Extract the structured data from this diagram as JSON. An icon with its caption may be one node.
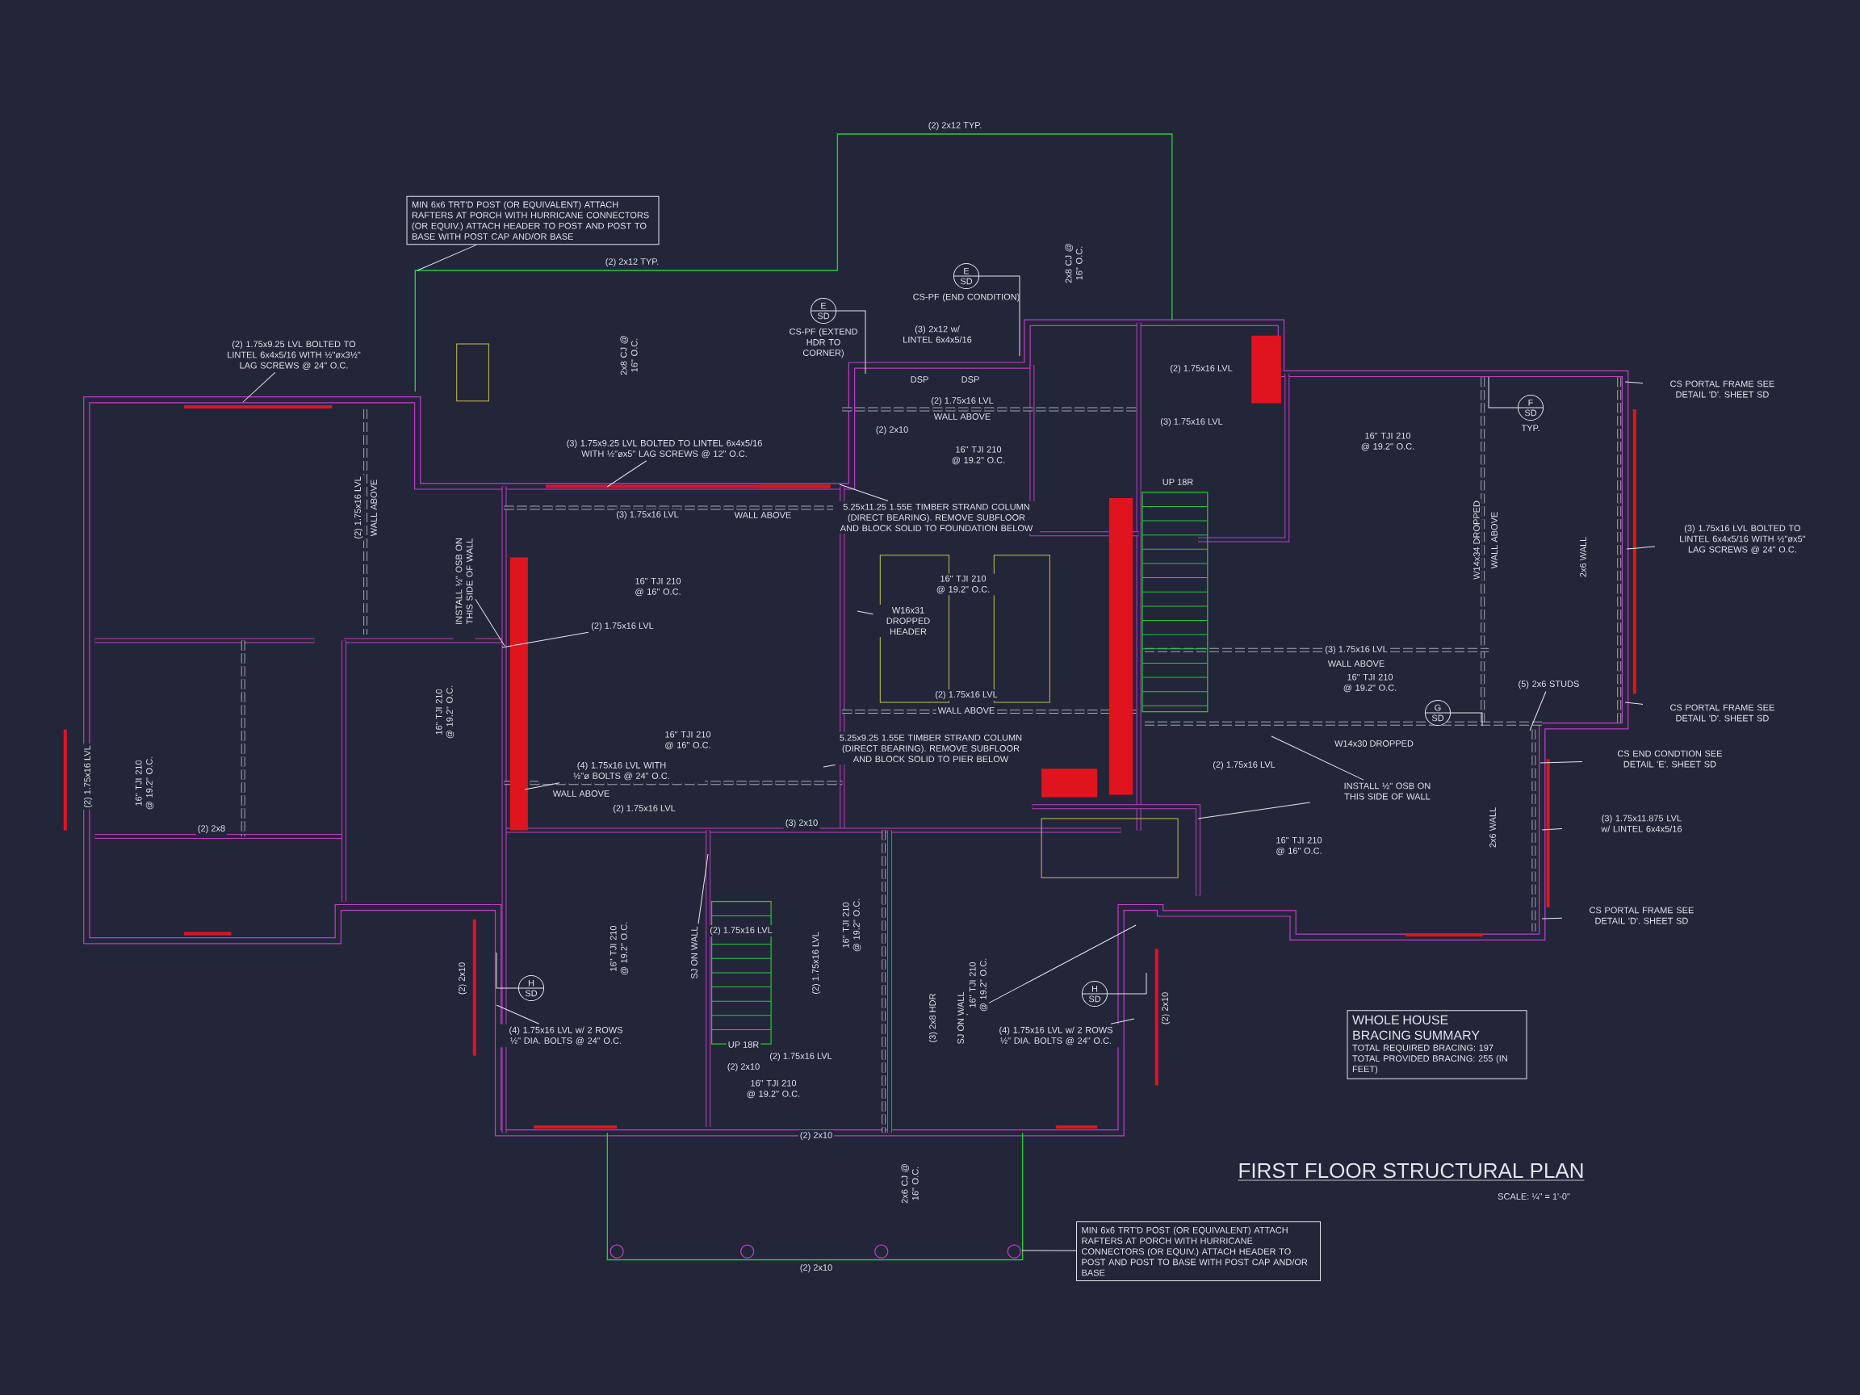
{
  "diagram": {
    "title": "FIRST FLOOR STRUCTURAL PLAN",
    "nodes": [
      {
        "text": [
          "MIN 6x6 TRT'D POST (OR EQUIVALENT) ATTACH RAFTERS AT PORCH WITH HURRICANE CONNECTORS (OR EQUIV.) ATTACH HEADER TO POST AND POST TO BASE WITH POST CAP AND/OR BASE"
        ]
      },
      {
        "text": [
          "E",
          "SD"
        ],
        "beside": [
          "CS-PF (END CONDITION)"
        ]
      },
      {
        "text": [
          "E",
          "SD"
        ],
        "beside": [
          "CS-PF (EXTEND HDR TO CORNER)"
        ]
      },
      {
        "text": [
          "F",
          "SD"
        ],
        "beside": [
          "TYP."
        ]
      },
      {
        "text": [
          "G",
          "SD"
        ]
      },
      {
        "text": [
          "H",
          "SD"
        ]
      },
      {
        "text": [
          "H",
          "SD"
        ]
      },
      {
        "text": [
          "CS PORTAL FRAME SEE DETAIL 'D'. SHEET SD"
        ]
      },
      {
        "text": [
          "(3) 1.75x16 LVL BOLTED TO LINTEL 6x4x5/16 WITH ½\"øx5\" LAG SCREWS @ 24\" O.C."
        ]
      },
      {
        "text": [
          "(5) 2x6 STUDS"
        ]
      },
      {
        "text": [
          "CS PORTAL FRAME SEE DETAIL 'D'. SHEET SD"
        ]
      },
      {
        "text": [
          "CS END CONDTION SEE DETAIL 'E'. SHEET SD"
        ]
      },
      {
        "text": [
          "INSTALL ½\" OSB ON THIS SIDE OF WALL"
        ]
      },
      {
        "text": [
          "(3) 1.75x11.875 LVL w/ LINTEL 6x4x5/16"
        ]
      },
      {
        "text": [
          "CS PORTAL FRAME SEE DETAIL 'D'. SHEET SD"
        ]
      },
      {
        "text": [
          "(4) 1.75x16 LVL w/ 2 ROWS ½\" DIA. BOLTS @ 24\" O.C."
        ]
      },
      {
        "text": [
          "(4) 1.75x16 LVL w/ 2 ROWS ½\" DIA. BOLTS @ 24\" O.C."
        ]
      },
      {
        "text": [
          "SJ ON WALL"
        ]
      },
      {
        "text": [
          "SJ ON WALL"
        ]
      },
      {
        "text": [
          "MIN 6x6 TRT'D POST (OR EQUIVALENT) ATTACH RAFTERS AT PORCH WITH HURRICANE CONNECTORS (OR EQUIV.) ATTACH HEADER TO POST AND POST TO BASE WITH POST CAP AND/OR BASE"
        ]
      },
      {
        "text": [
          "WHOLE HOUSE BRACING SUMMARY",
          "TOTAL REQUIRED BRACING: 197 TOTAL PROVIDED BRACING: 255 (IN FEET)"
        ]
      },
      {
        "text": [
          "(3) 1.75x9.25 LVL BOLTED TO LINTEL 6x4x5/16 WITH ½\"øx5\" LAG SCREWS @ 12\" O.C."
        ]
      },
      {
        "text": [
          "(2) 1.75x9.25 LVL BOLTED TO LINTEL 6x4x5/16 WITH ½\"øx3½\" LAG SCREWS @ 24\" O.C."
        ]
      },
      {
        "text": [
          "INSTALL ½\" OSB ON THIS SIDE OF WALL"
        ]
      },
      {
        "text": [
          "(2) 1.75x16 LVL"
        ]
      },
      {
        "text": [
          "5.25x11.25 1.55E TIMBER STRAND COLUMN (DIRECT BEARING). REMOVE SUBFLOOR AND BLOCK SOLID TO FOUNDATION BELOW"
        ]
      },
      {
        "text": [
          "W16x31 DROPPED HEADER"
        ]
      },
      {
        "text": [
          "5.25x9.25 1.55E TIMBER STRAND COLUMN (DIRECT BEARING). REMOVE SUBFLOOR AND BLOCK SOLID TO PIER BELOW"
        ]
      },
      {
        "text": [
          "(4) 1.75x16 LVL WITH ½\"ø BOLTS @ 24\" O.C."
        ]
      }
    ],
    "edges": [
      {
        "from": 0,
        "to": null,
        "arrow": "none"
      },
      {
        "from": 1,
        "to": null,
        "arrow": "none"
      },
      {
        "from": 2,
        "to": null,
        "arrow": "none"
      },
      {
        "from": 3,
        "to": null,
        "arrow": "none"
      },
      {
        "from": 4,
        "to": null,
        "arrow": "none"
      },
      {
        "from": 5,
        "to": null,
        "arrow": "none"
      },
      {
        "from": 6,
        "to": null,
        "arrow": "none"
      },
      {
        "from": 7,
        "to": null,
        "arrow": "none"
      },
      {
        "from": 8,
        "to": null,
        "arrow": "none"
      },
      {
        "from": 9,
        "to": null,
        "arrow": "none"
      },
      {
        "from": 10,
        "to": null,
        "arrow": "none"
      },
      {
        "from": 11,
        "to": null,
        "arrow": "none"
      },
      {
        "from": 12,
        "to": null,
        "arrow": "none"
      },
      {
        "from": 12,
        "to": null,
        "arrow": "none"
      },
      {
        "from": 13,
        "to": null,
        "arrow": "none"
      },
      {
        "from": 14,
        "to": null,
        "arrow": "none"
      },
      {
        "from": 15,
        "to": null,
        "arrow": "none"
      },
      {
        "from": 16,
        "to": null,
        "arrow": "none"
      },
      {
        "from": 17,
        "to": null,
        "arrow": "none"
      },
      {
        "from": 18,
        "to": null,
        "arrow": "none"
      },
      {
        "from": 19,
        "to": null,
        "arrow": "none"
      },
      {
        "from": 21,
        "to": null,
        "arrow": "none"
      },
      {
        "from": 22,
        "to": null,
        "arrow": "none"
      },
      {
        "from": 23,
        "to": null,
        "arrow": "none"
      },
      {
        "from": 24,
        "to": null,
        "arrow": "none"
      },
      {
        "from": 25,
        "to": null,
        "arrow": "none"
      },
      {
        "from": 26,
        "to": null,
        "arrow": "none"
      },
      {
        "from": 27,
        "to": null,
        "arrow": "none"
      },
      {
        "from": 28,
        "to": null,
        "arrow": "none"
      }
    ],
    "labels": [
      "(2) 2x12 TYP.",
      "2x8 CJ @ 16\" O.C.",
      "(2) 2x12 TYP.",
      "(3) 2x12 w/ LINTEL 6x4x5/16",
      "2x8 CJ @ 16\" O.C.",
      "DSP",
      "DSP",
      "(2) 1.75x16 LVL",
      "(2) 1.75x16 LVL",
      "WALL ABOVE",
      "(3) 1.75x16 LVL",
      "(2) 2x10",
      "16\" TJI 210 @ 19.2\" O.C.",
      "16\" TJI 210 @ 19.2\" O.C.",
      "UP 18R",
      "(3) 1.75x16 LVL",
      "WALL ABOVE",
      "(2) 1.75x16 LVL",
      "WALL ABOVE",
      "W14x34 DROPPED",
      "WALL ABOVE",
      "2x6 WALL",
      "16\" TJI 210 @ 16\" O.C.",
      "16\" TJI 210 @ 19.2\" O.C.",
      "(3) 1.75x16 LVL",
      "WALL ABOVE",
      "16\" TJI 210 @ 19.2\" O.C.",
      "(2) 1.75x16 LVL",
      "WALL ABOVE",
      "16\" TJI 210 @ 19.2\" O.C.",
      "16\" TJI 210 @ 16\" O.C.",
      "W14x30 DROPPED",
      "(2) 1.75x16 LVL",
      "(2) 1.75x16 LVL",
      "16\" TJI 210 @ 19.2\" O.C.",
      "WALL ABOVE",
      "(2) 1.75x16 LVL",
      "(3) 2x10",
      "(2) 2x8",
      "2x6 WALL",
      "16\" TJI 210 @ 16\" O.C.",
      "16\" TJI 210 @ 19.2\" O.C.",
      "(2) 1.75x16 LVL",
      "16\" TJI 210 @ 19.2\" O.C.",
      "(2) 1.75x16 LVL",
      "(2) 2x10",
      "16\" TJI 210 @ 19.2\" O.C.",
      "(2) 2x10",
      "(3) 2x8 HDR",
      "UP 18R",
      "(2) 1.75x16 LVL",
      "(2) 2x10",
      "16\" TJI 210 @ 19.2\" O.C.",
      "(2) 2x10",
      "2x6 CJ @ 16\" O.C.",
      "(2) 2x10",
      "SCALE: ¼\" = 1'-0\""
    ]
  }
}
